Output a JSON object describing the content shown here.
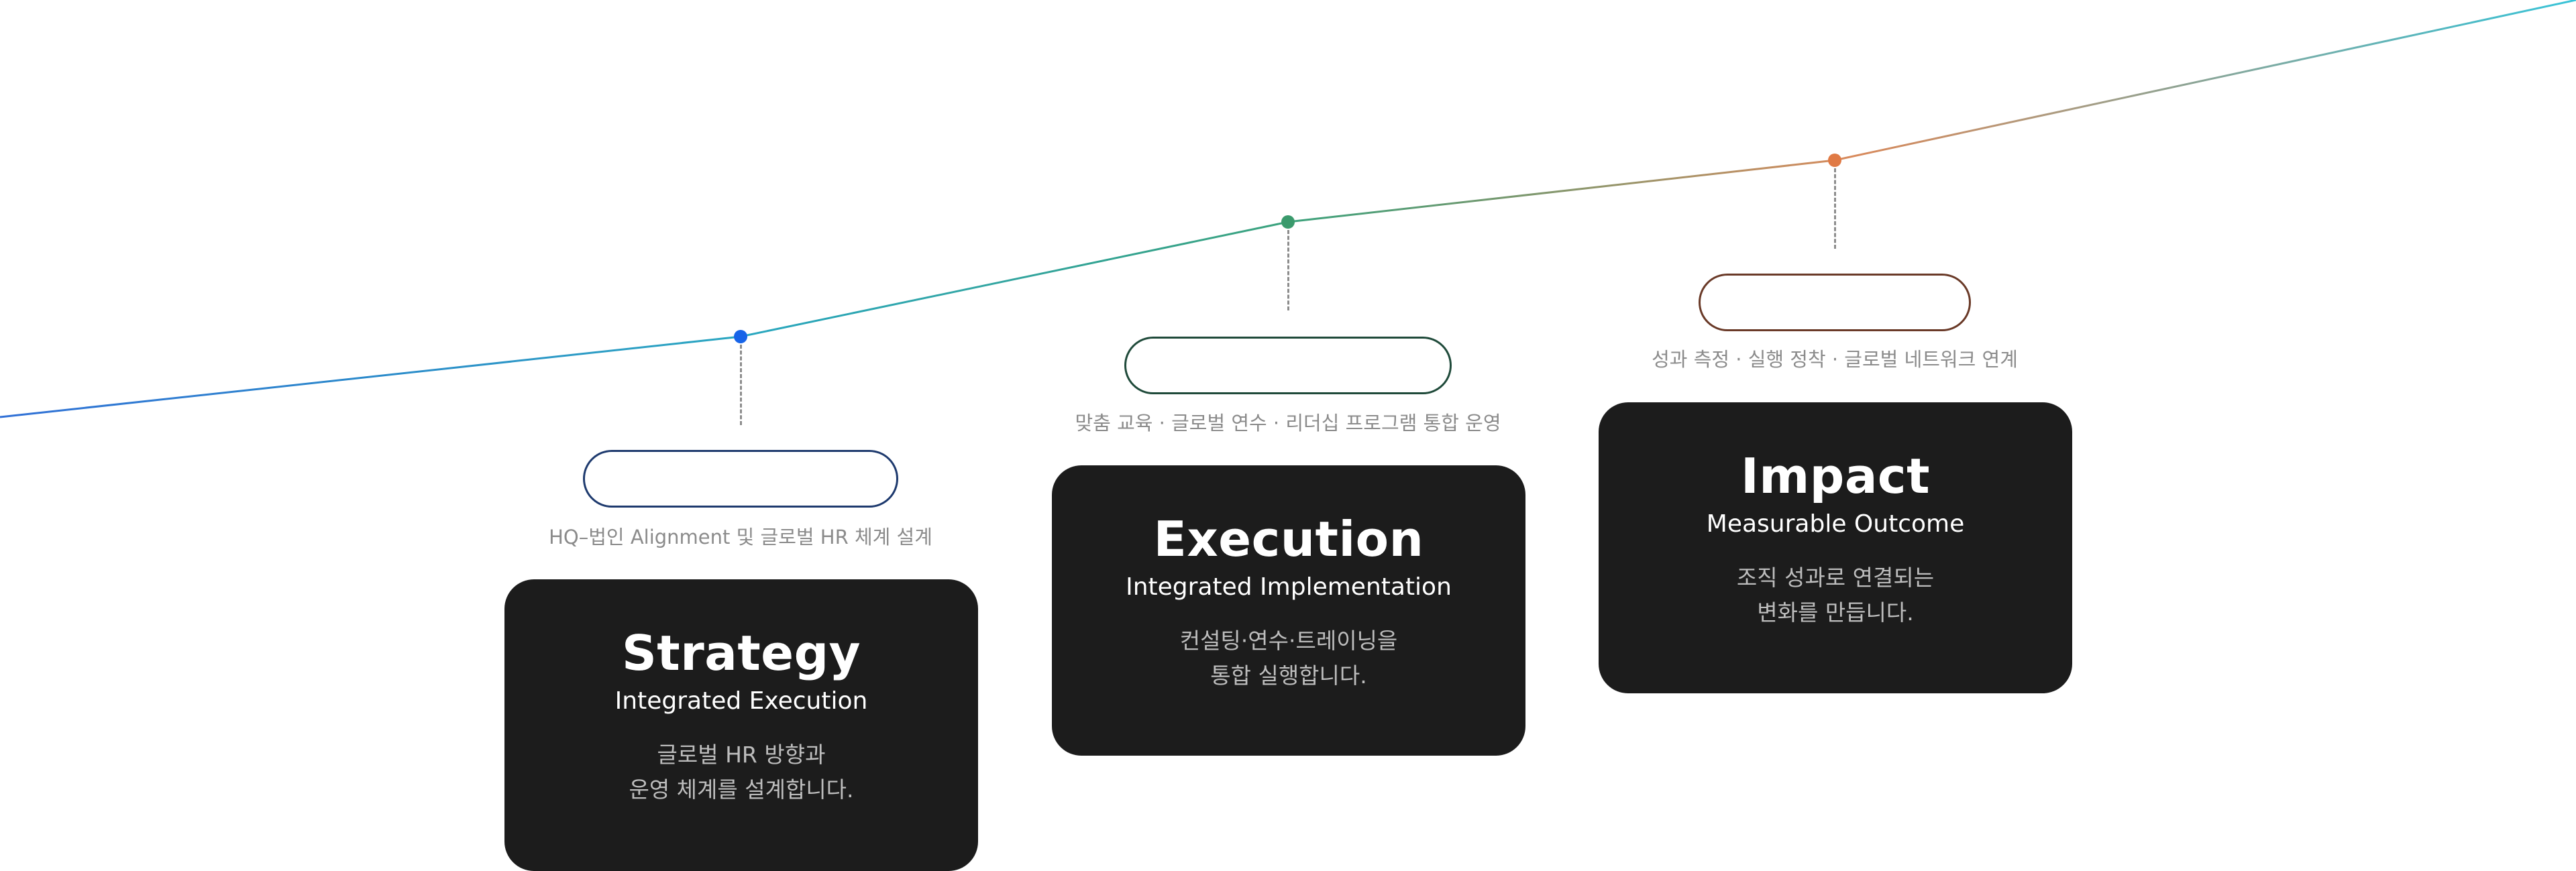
{
  "colors": {
    "line_start": "#2f6fd6",
    "line_mid": "#2bb5a3",
    "line_orange": "#d98a5c",
    "line_end": "#36c3d8",
    "dot_strategy": "#1764e8",
    "dot_execution": "#3a9a6c",
    "dot_impact": "#e07a45",
    "card_bg": "#1c1c1c",
    "pill_border_strategy": "#1e3a6e",
    "pill_border_execution": "#1f4a3a",
    "pill_border_impact": "#6a3a28"
  },
  "stages": [
    {
      "title": "Strategy",
      "subtitle": "Integrated Execution",
      "description": "글로벌 HR 방향과\n운영 체계를 설계합니다.",
      "caption": "HQ–법인 Alignment 및 글로벌 HR 체계 설계",
      "pill_text": ""
    },
    {
      "title": "Execution",
      "subtitle": "Integrated Implementation",
      "description": "컨설팅·연수·트레이닝을\n통합 실행합니다.",
      "caption": "맞춤 교육 · 글로벌 연수 · 리더십 프로그램 통합 운영",
      "pill_text": ""
    },
    {
      "title": "Impact",
      "subtitle": "Measurable Outcome",
      "description": "조직 성과로 연결되는\n변화를 만듭니다.",
      "caption": "성과 측정 · 실행 정착 · 글로벌 네트워크 연계",
      "pill_text": ""
    }
  ]
}
